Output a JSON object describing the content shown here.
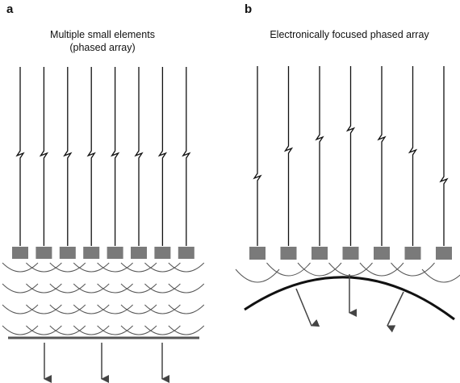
{
  "panel_a": {
    "letter": "a",
    "caption_line1": "Multiple small elements",
    "caption_line2": "(phased array)",
    "element_count": 8,
    "delays": [
      0,
      0,
      0,
      0,
      0,
      0,
      0,
      0
    ],
    "wavefront_rows": 4,
    "arrow_count": 3
  },
  "panel_b": {
    "letter": "b",
    "caption": "Electronically focused phased array",
    "element_count": 7,
    "delays": [
      3,
      2,
      1,
      0,
      1,
      2,
      3
    ],
    "arrow_count": 3
  },
  "colors": {
    "element_fill": "#7a7a7a",
    "wire": "#111111",
    "wavefront": "#555555",
    "arrow": "#444444"
  }
}
